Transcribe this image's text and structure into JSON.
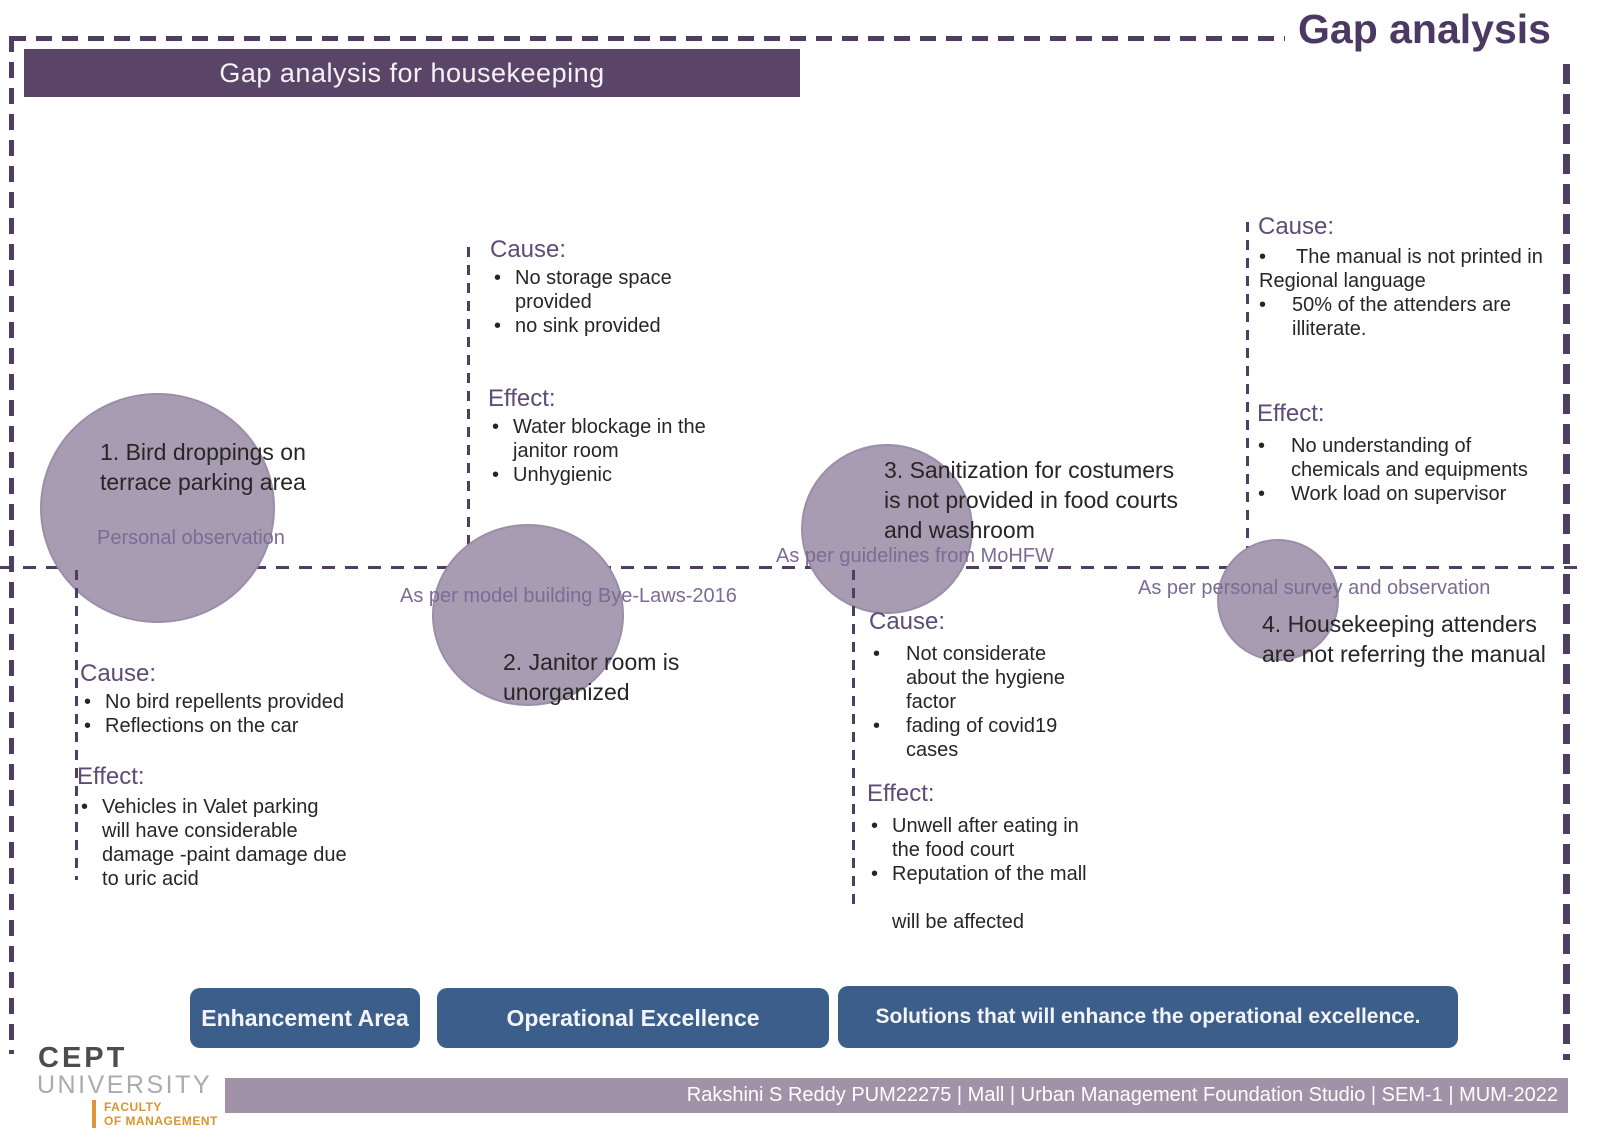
{
  "title": "Gap analysis",
  "banner": "Gap analysis for housekeeping",
  "colors": {
    "accent_purple": "#4f3d63",
    "banner_bg": "#5a4568",
    "bubble_fill": "#a89cb2",
    "heading_purple": "#5e4b77",
    "caption_purple": "#7c6b95",
    "button_blue": "#3c5e8b",
    "footer_bg": "#a292a8"
  },
  "issues": [
    {
      "bubble": "1. Bird droppings on\nterrace parking area",
      "source": "Personal observation",
      "cause_label": "Cause:",
      "cause_bullets": [
        "No bird repellents provided",
        "Reflections on the car"
      ],
      "effect_label": "Effect:",
      "effect_bullets": [
        "Vehicles in Valet parking\nwill have considerable\ndamage -paint damage due\nto uric acid"
      ]
    },
    {
      "bubble": "2. Janitor room is\nunorganized",
      "source": "As per model building Bye-Laws-2016",
      "cause_label": "Cause:",
      "cause_bullets": [
        "No storage space\nprovided",
        "no sink provided"
      ],
      "effect_label": "Effect:",
      "effect_bullets": [
        "Water blockage in the\njanitor room",
        "Unhygienic"
      ]
    },
    {
      "bubble": "3. Sanitization for costumers\nis not provided in food courts\nand washroom",
      "source": "As per guidelines  from MoHFW",
      "cause_label": "Cause:",
      "cause_bullets": [
        "Not considerate\nabout the hygiene\nfactor",
        "fading of covid19\ncases"
      ],
      "effect_label": "Effect:",
      "effect_bullets": [
        "Unwell after eating in\nthe food court",
        "Reputation of the mall\n\nwill be affected"
      ]
    },
    {
      "bubble": "4. Housekeeping attenders\nare not referring the manual",
      "source": "As per personal survey and observation",
      "cause_label": "Cause:",
      "cause_bullets": [
        "The manual is not printed in\nRegional language",
        "50% of the attenders are\nilliterate."
      ],
      "effect_label": "Effect:",
      "effect_bullets": [
        "No understanding of\nchemicals and equipments",
        "Work load on supervisor"
      ]
    }
  ],
  "legend": [
    "Enhancement Area",
    "Operational Excellence",
    "Solutions  that will enhance the operational excellence."
  ],
  "logo": {
    "line1": "CEPT",
    "line2": "UNIVERSITY",
    "line3": "FACULTY",
    "line4": "OF MANAGEMENT"
  },
  "footer": "Rakshini S Reddy  PUM22275 | Mall | Urban Management Foundation Studio | SEM-1 | MUM-2022"
}
